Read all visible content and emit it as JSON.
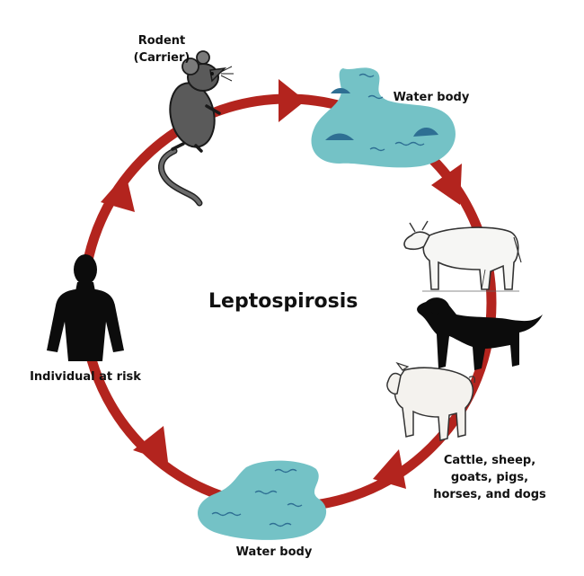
{
  "diagram": {
    "title": "Leptospirosis",
    "nodes": {
      "rodent": {
        "line1": "Rodent",
        "line2": "(Carrier)",
        "icon": "rat-icon"
      },
      "water_top": {
        "label": "Water body",
        "icon": "water-pond-icon"
      },
      "animals": {
        "line1": "Cattle, sheep,",
        "line2": "goats, pigs,",
        "line3": "horses, and dogs",
        "icons": [
          "cow-icon",
          "dog-icon",
          "pig-icon"
        ]
      },
      "water_bottom": {
        "label": "Water body",
        "icon": "water-pond-icon"
      },
      "human": {
        "label": "Individual at risk",
        "icon": "human-silhouette-icon"
      }
    }
  },
  "colors": {
    "cycle": "#b3241e",
    "water": "#74c2c6",
    "water_marks": "#2e6f93",
    "silhouette": "#0c0c0c",
    "rodent": "#5a5a5a"
  }
}
